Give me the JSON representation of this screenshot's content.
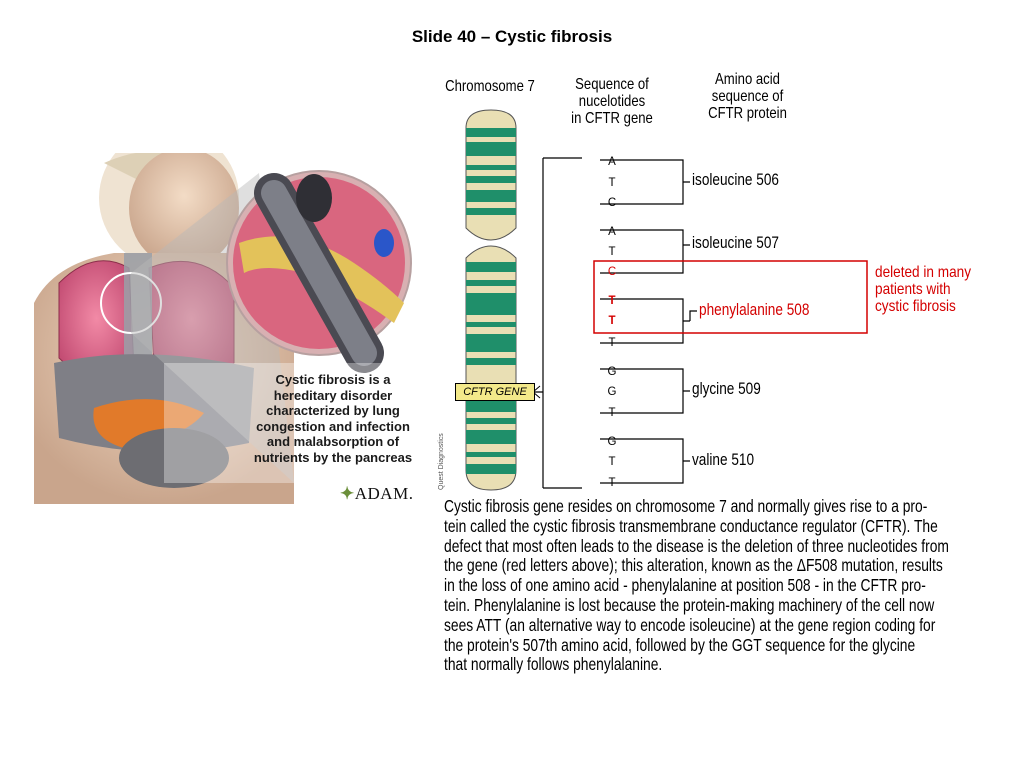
{
  "slide": {
    "title": "Slide 40 – Cystic fibrosis"
  },
  "illustration": {
    "caption": "Cystic fibrosis is a\nhereditary disorder\ncharacterized by lung\ncongestion and infection\nand malabsorption of\nnutrients by the pancreas",
    "logo_mark": "✦",
    "logo_text": "ADAM."
  },
  "diagram": {
    "headers": {
      "chromosome": "Chromosome 7",
      "sequence": "Sequence of\nnucelotides\nin CFTR gene",
      "amino": "Amino acid\nsequence of\nCFTR protein"
    },
    "gene_label": "CFTR GENE",
    "credit": "Quest Diagnostics",
    "nucleotides": [
      "A",
      "T",
      "C",
      "A",
      "T",
      "C",
      "T",
      "T",
      "T",
      "G",
      "G",
      "T",
      "G",
      "T",
      "T"
    ],
    "amino_acids": [
      "isoleucine 506",
      "isoleucine 507",
      "phenylalanine 508",
      "glycine 509",
      "valine 510"
    ],
    "deleted_note": "deleted in many\n patients with\ncystic fibrosis",
    "colors": {
      "highlight": "#d40000",
      "band_green": "#1f8f6a",
      "band_cream": "#e9dfb4"
    }
  },
  "description": "Cystic fibrosis gene resides on chromosome 7 and normally gives rise to a pro-\ntein called the cystic fibrosis transmembrane conductance regulator (CFTR). The\ndefect that most often leads to the disease is the deletion of three nucleotides from\nthe gene (red letters above); this alteration, known as the ΔF508 mutation, results\nin the loss of one amino acid - phenylalanine at position 508 - in the CFTR pro-\ntein. Phenylalanine is lost because the protein-making machinery of the cell now\nsees ATT (an alternative way to encode isoleucine) at the gene region coding for\nthe protein's 507th amino acid, followed by the GGT sequence for the glycine\nthat normally follows phenylalanine."
}
